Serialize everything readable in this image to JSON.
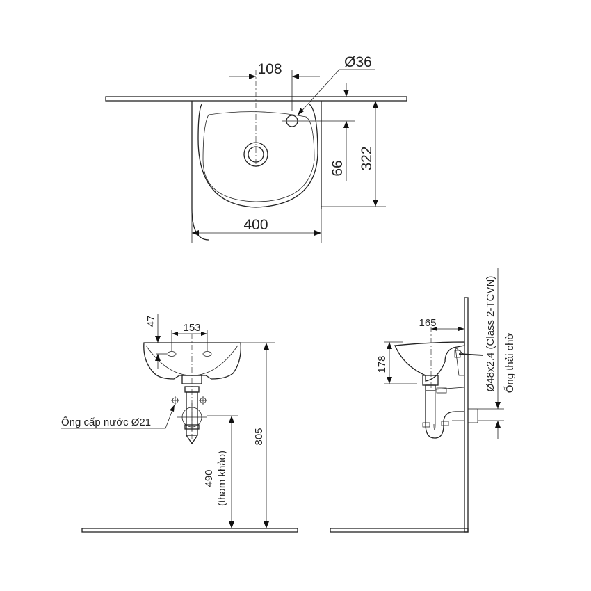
{
  "top_view": {
    "dim_faucet_offset": "108",
    "dim_faucet_hole": "Ø36",
    "dim_depth": "322",
    "dim_hole_from_wall": "66",
    "dim_width": "400"
  },
  "front_view": {
    "dim_hole_depth": "47",
    "dim_hole_spacing": "153",
    "dim_total_height": "805",
    "dim_supply_height": "490",
    "dim_supply_height_note": "(tham khảo)",
    "supply_pipe_label": "Ống cấp nước Ø21"
  },
  "side_view": {
    "dim_projection": "165",
    "dim_basin_height": "178",
    "drain_pipe_spec": "Ø48x2.4 (Class 2-TCVN)",
    "drain_pipe_label": "Ống thải chờ"
  }
}
